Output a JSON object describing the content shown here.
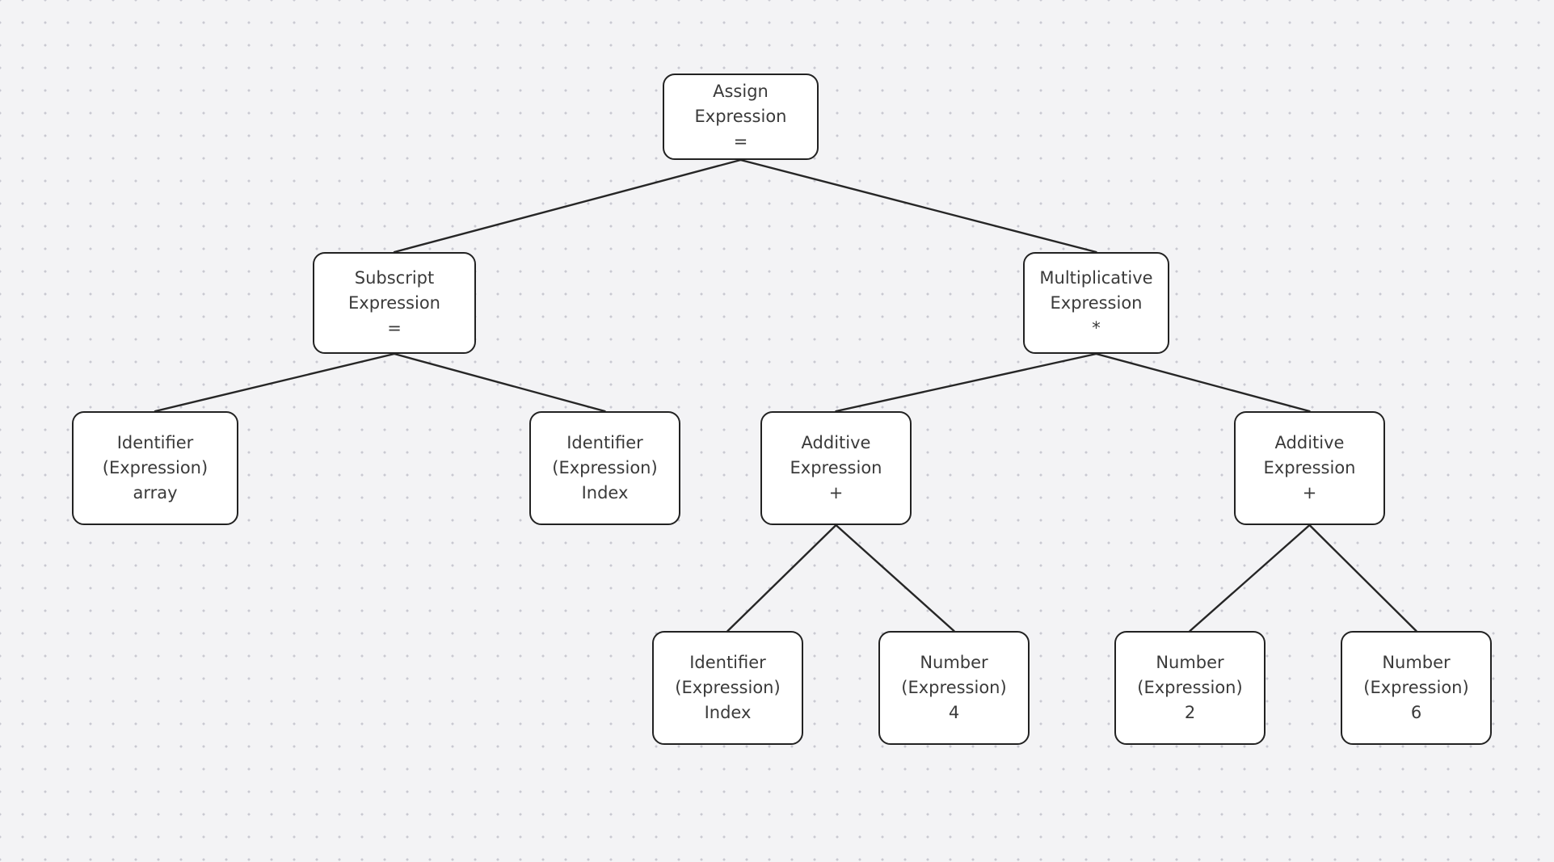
{
  "diagram": {
    "type": "tree",
    "nodes": [
      {
        "id": "assign",
        "lines": [
          "Assign",
          "Expression",
          "="
        ]
      },
      {
        "id": "subscript",
        "lines": [
          "Subscript",
          "Expression",
          "="
        ]
      },
      {
        "id": "multiplicative",
        "lines": [
          "Multiplicative",
          "Expression",
          "*"
        ]
      },
      {
        "id": "identifier-array",
        "lines": [
          "Identifier",
          "(Expression)",
          "array"
        ]
      },
      {
        "id": "identifier-index-1",
        "lines": [
          "Identifier",
          "(Expression)",
          "Index"
        ]
      },
      {
        "id": "additive-1",
        "lines": [
          "Additive",
          "Expression",
          "+"
        ]
      },
      {
        "id": "additive-2",
        "lines": [
          "Additive",
          "Expression",
          "+"
        ]
      },
      {
        "id": "identifier-index-2",
        "lines": [
          "Identifier",
          "(Expression)",
          "Index"
        ]
      },
      {
        "id": "number-4",
        "lines": [
          "Number",
          "(Expression)",
          "4"
        ]
      },
      {
        "id": "number-2",
        "lines": [
          "Number",
          "(Expression)",
          "2"
        ]
      },
      {
        "id": "number-6",
        "lines": [
          "Number",
          "(Expression)",
          "6"
        ]
      }
    ],
    "edges": [
      {
        "from": "assign",
        "to": "subscript"
      },
      {
        "from": "assign",
        "to": "multiplicative"
      },
      {
        "from": "subscript",
        "to": "identifier-array"
      },
      {
        "from": "subscript",
        "to": "identifier-index-1"
      },
      {
        "from": "multiplicative",
        "to": "additive-1"
      },
      {
        "from": "multiplicative",
        "to": "additive-2"
      },
      {
        "from": "additive-1",
        "to": "identifier-index-2"
      },
      {
        "from": "additive-1",
        "to": "number-4"
      },
      {
        "from": "additive-2",
        "to": "number-2"
      },
      {
        "from": "additive-2",
        "to": "number-6"
      }
    ]
  }
}
